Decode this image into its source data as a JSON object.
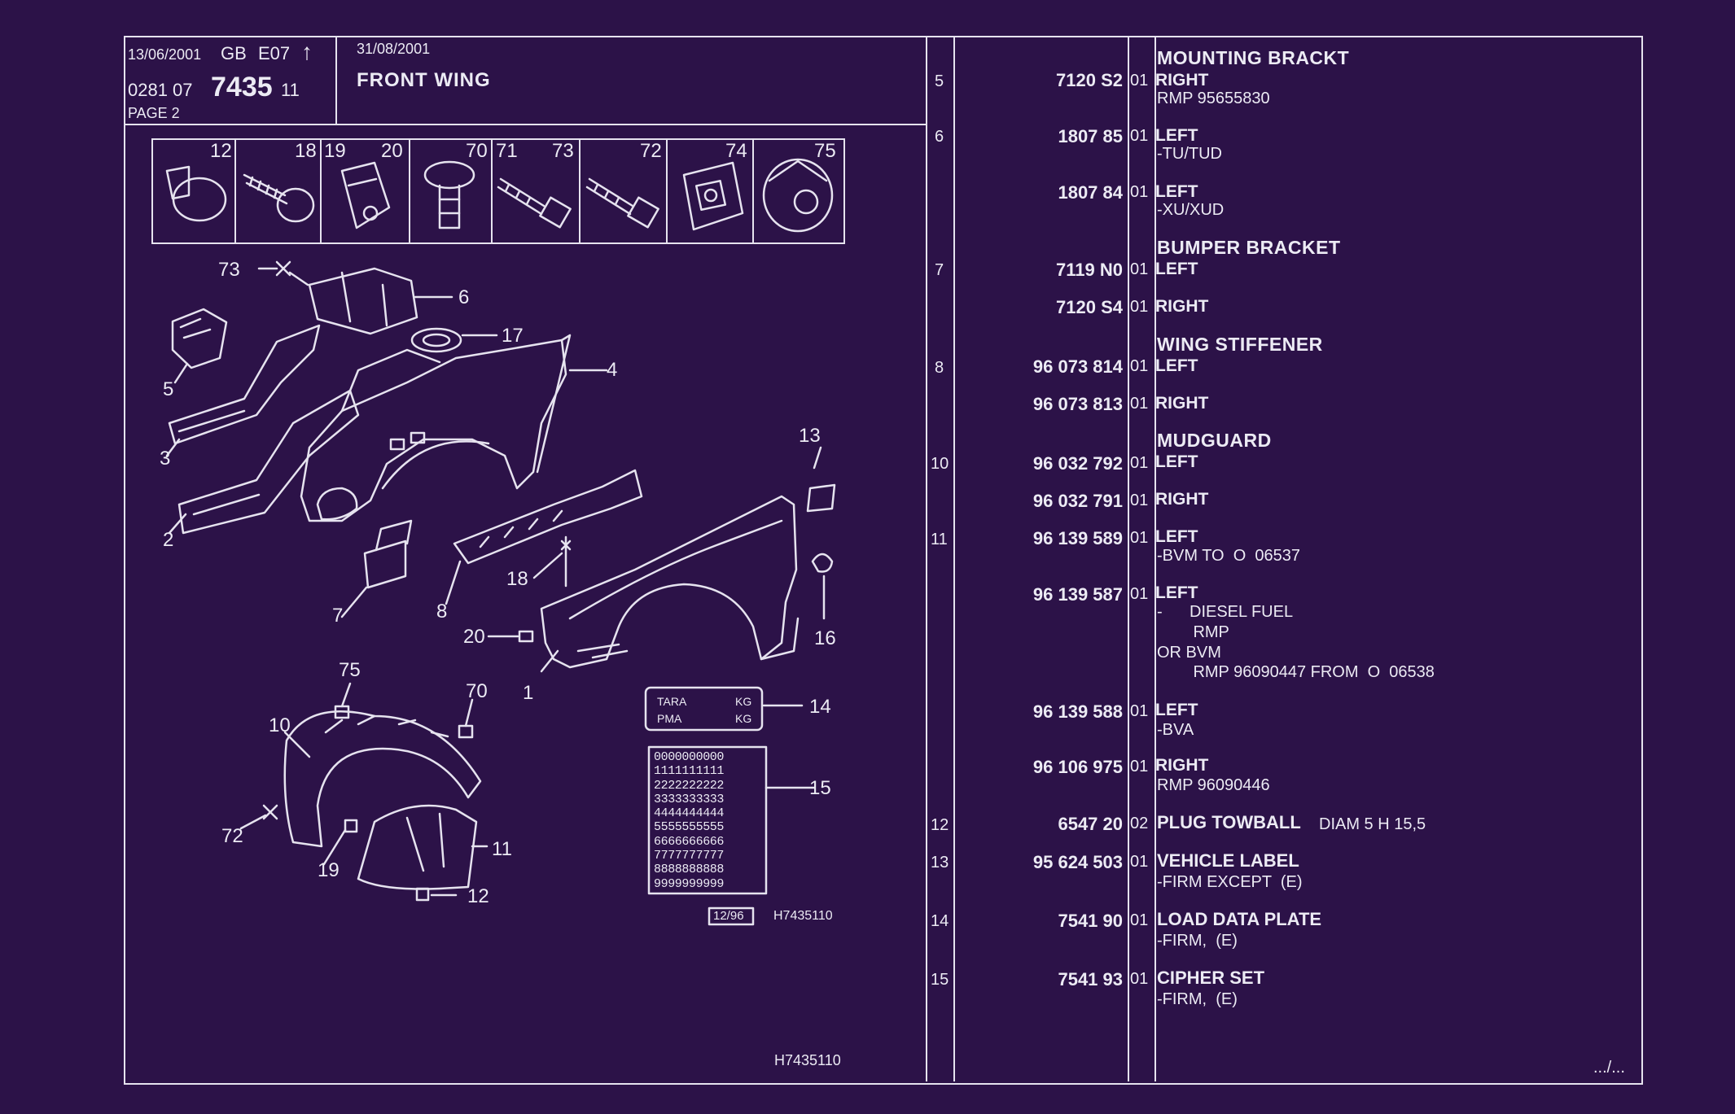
{
  "header": {
    "date1": "13/06/2001",
    "lang": "GB",
    "edition": "E07",
    "arrow": "↑",
    "code_prefix": "0281 07",
    "code_main": "7435",
    "code_suffix": "11",
    "page": "PAGE 2",
    "date2": "31/08/2001",
    "title": "FRONT WING"
  },
  "fasteners": [
    "12",
    "18",
    "19",
    "20",
    "70",
    "71",
    "73",
    "72",
    "74",
    "75"
  ],
  "callouts": [
    "73",
    "6",
    "17",
    "4",
    "5",
    "3",
    "2",
    "13",
    "18",
    "7",
    "8",
    "20",
    "1",
    "16",
    "75",
    "70",
    "10",
    "72",
    "19",
    "11",
    "12",
    "14",
    "15"
  ],
  "weight_label": {
    "tara": "TARA",
    "pma": "PMA",
    "kg1": "KG",
    "kg2": "KG"
  },
  "cipher_rows": [
    "0000000000",
    "1111111111",
    "2222222222",
    "3333333333",
    "4444444444",
    "5555555555",
    "6666666666",
    "7777777777",
    "8888888888",
    "9999999999"
  ],
  "stamp": "12/96",
  "drawing_ref": "H7435110",
  "drawing_ref_bottom": "H7435110",
  "continuation": ".../...",
  "parts": [
    {
      "idx": "5",
      "part": "7120 S2",
      "qty": "01",
      "group": "MOUNTING BRACKT",
      "label": "RIGHT",
      "notes": [
        "RMP 95655830"
      ]
    },
    {
      "idx": "6",
      "part": "1807 85",
      "qty": "01",
      "label": "LEFT",
      "notes": [
        "-TU/TUD"
      ]
    },
    {
      "idx": "",
      "part": "1807 84",
      "qty": "01",
      "label": "LEFT",
      "notes": [
        "-XU/XUD"
      ]
    },
    {
      "idx": "7",
      "part": "7119 N0",
      "qty": "01",
      "group": "BUMPER BRACKET",
      "label": "LEFT",
      "notes": []
    },
    {
      "idx": "",
      "part": "7120 S4",
      "qty": "01",
      "label": "RIGHT",
      "notes": []
    },
    {
      "idx": "8",
      "part": "96 073 814",
      "qty": "01",
      "group": "WING STIFFENER",
      "label": "LEFT",
      "notes": []
    },
    {
      "idx": "",
      "part": "96 073 813",
      "qty": "01",
      "label": "RIGHT",
      "notes": []
    },
    {
      "idx": "10",
      "part": "96 032 792",
      "qty": "01",
      "group": "MUDGUARD",
      "label": "LEFT",
      "notes": []
    },
    {
      "idx": "",
      "part": "96 032 791",
      "qty": "01",
      "label": "RIGHT",
      "notes": []
    },
    {
      "idx": "11",
      "part": "96 139 589",
      "qty": "01",
      "label": "LEFT",
      "notes": [
        "-BVM TO  O  06537"
      ]
    },
    {
      "idx": "",
      "part": "96 139 587",
      "qty": "01",
      "label": "LEFT",
      "notes": [
        "-      DIESEL FUEL",
        "        RMP",
        "OR BVM",
        "        RMP 96090447 FROM  O  06538"
      ]
    },
    {
      "idx": "",
      "part": "96 139 588",
      "qty": "01",
      "label": "LEFT",
      "notes": [
        "-BVA"
      ]
    },
    {
      "idx": "",
      "part": "96 106 975",
      "qty": "01",
      "label": "RIGHT",
      "notes": [
        "RMP 96090446"
      ]
    },
    {
      "idx": "12",
      "part": "6547 20",
      "qty": "02",
      "label": "PLUG TOWBALL",
      "label_extra": "DIAM 5 H 15,5",
      "notes": []
    },
    {
      "idx": "13",
      "part": "95 624 503",
      "qty": "01",
      "label": "VEHICLE LABEL",
      "notes": [
        "-FIRM EXCEPT  (E)"
      ]
    },
    {
      "idx": "14",
      "part": "7541 90",
      "qty": "01",
      "label": "LOAD DATA PLATE",
      "notes": [
        "-FIRM,  (E)"
      ]
    },
    {
      "idx": "15",
      "part": "7541 93",
      "qty": "01",
      "label": "CIPHER SET",
      "notes": [
        "-FIRM,  (E)"
      ]
    }
  ]
}
